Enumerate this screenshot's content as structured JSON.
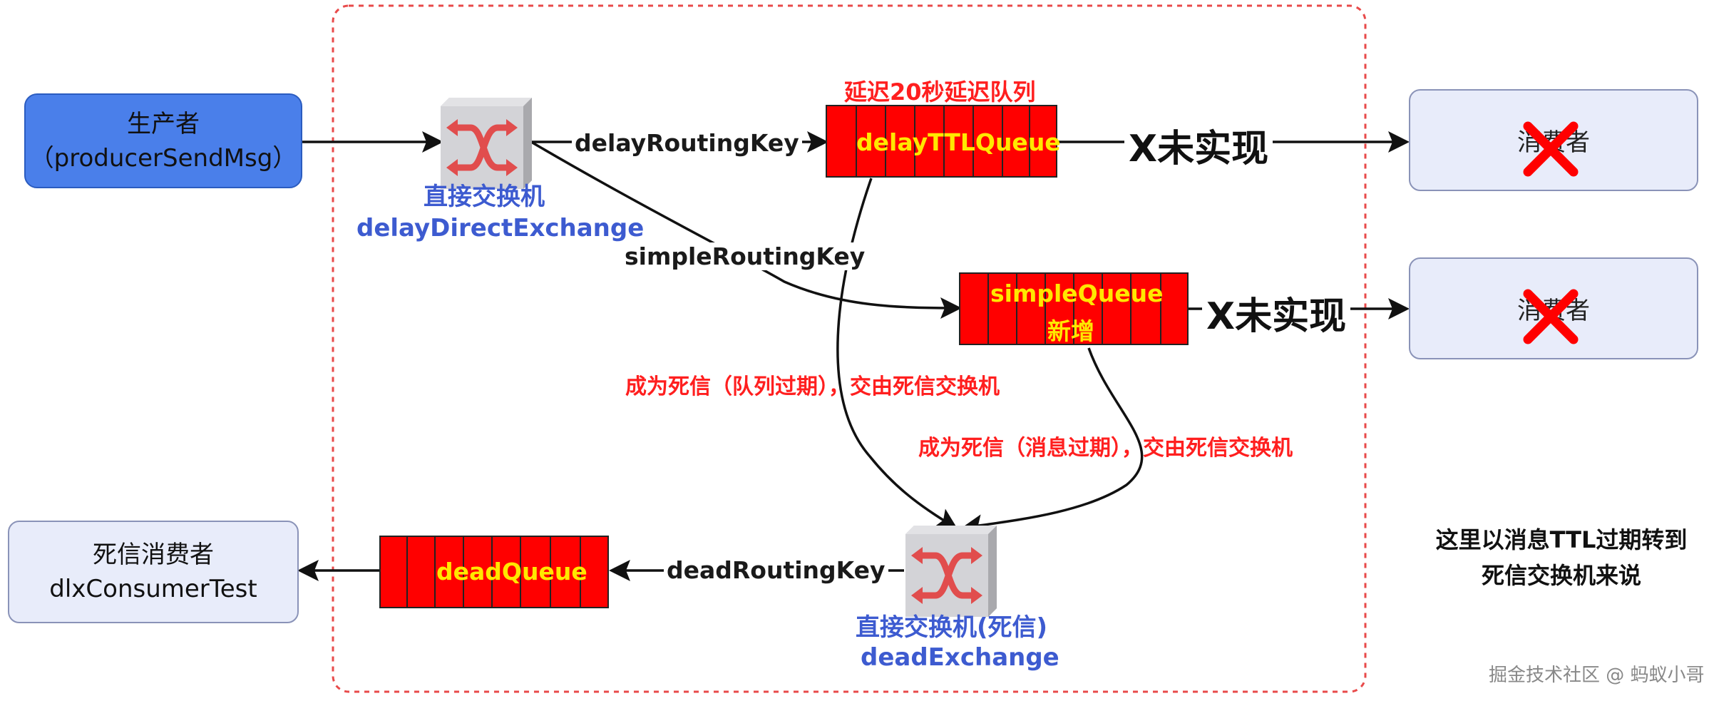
{
  "producer": {
    "title": "生产者",
    "subtitle": "（producerSendMsg）"
  },
  "delay_exchange": {
    "label": "直接交换机",
    "name": "delayDirectExchange"
  },
  "delay_routing_key": "delayRoutingKey",
  "simple_routing_key": "simpleRoutingKey",
  "delay_queue": {
    "caption": "延迟20秒延迟队列",
    "name": "delayTTLQueue"
  },
  "simple_queue": {
    "name": "simpleQueue",
    "note": "新增"
  },
  "not_implemented": "X未实现",
  "consumer_label": "消费者",
  "dead_letter_queue_expired": "成为死信（队列过期），交由死信交换机",
  "dead_letter_message_expired": "成为死信（消息过期），交由死信交换机",
  "dead_exchange": {
    "label": "直接交换机(死信)",
    "name": "deadExchange"
  },
  "dead_routing_key": "deadRoutingKey",
  "dead_queue": {
    "name": "deadQueue"
  },
  "dlx_consumer": {
    "title": "死信消费者",
    "name": "dlxConsumerTest"
  },
  "note": {
    "line1": "这里以消息TTL过期转到",
    "line2": "死信交换机来说"
  },
  "watermark": "掘金技术社区 @ 蚂蚁小哥",
  "colors": {
    "queue_fill": "#ff0000",
    "queue_text": "#ffe800",
    "producer": "#4a7fea",
    "consumer": "#e8ecfa",
    "annotation": "#ff1f1f",
    "exchange_label": "#3d5bd0",
    "boundary": "#e84a4a"
  },
  "icons": {
    "exchange": "shuffle-arrows-icon",
    "cross": "red-x-icon"
  }
}
